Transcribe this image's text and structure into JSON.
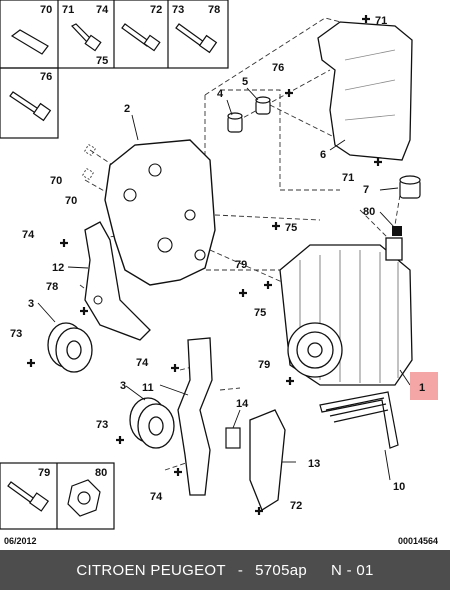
{
  "callouts": {
    "c1": "1",
    "c2": "2",
    "c3a": "3",
    "c3b": "3",
    "c4": "4",
    "c5": "5",
    "c6": "6",
    "c7": "7",
    "c10": "10",
    "c11": "11",
    "c12": "12",
    "c13": "13",
    "c14": "14",
    "c70a": "70",
    "c70b": "70",
    "c70c": "70",
    "c71a": "71",
    "c71b": "71",
    "c71c": "71",
    "c72a": "72",
    "c72b": "72",
    "c73a": "73",
    "c73b": "73",
    "c73c": "73",
    "c74a": "74",
    "c74b": "74",
    "c74c": "74",
    "c74d": "74",
    "c75a": "75",
    "c75b": "75",
    "c75c": "75",
    "c76a": "76",
    "c76b": "76",
    "c78a": "78",
    "c78b": "78",
    "c79a": "79",
    "c79b": "79",
    "c79c": "79",
    "c80a": "80",
    "c80b": "80"
  },
  "date_code": "06/2012",
  "ref_code": "00014564",
  "footer": {
    "brand": "CITROEN PEUGEOT",
    "separator": "-",
    "part": "5705ap",
    "page": "N - 01"
  },
  "colors": {
    "callout_highlight": "#f4a6a6",
    "footer_bg": "#4d4d4d"
  }
}
